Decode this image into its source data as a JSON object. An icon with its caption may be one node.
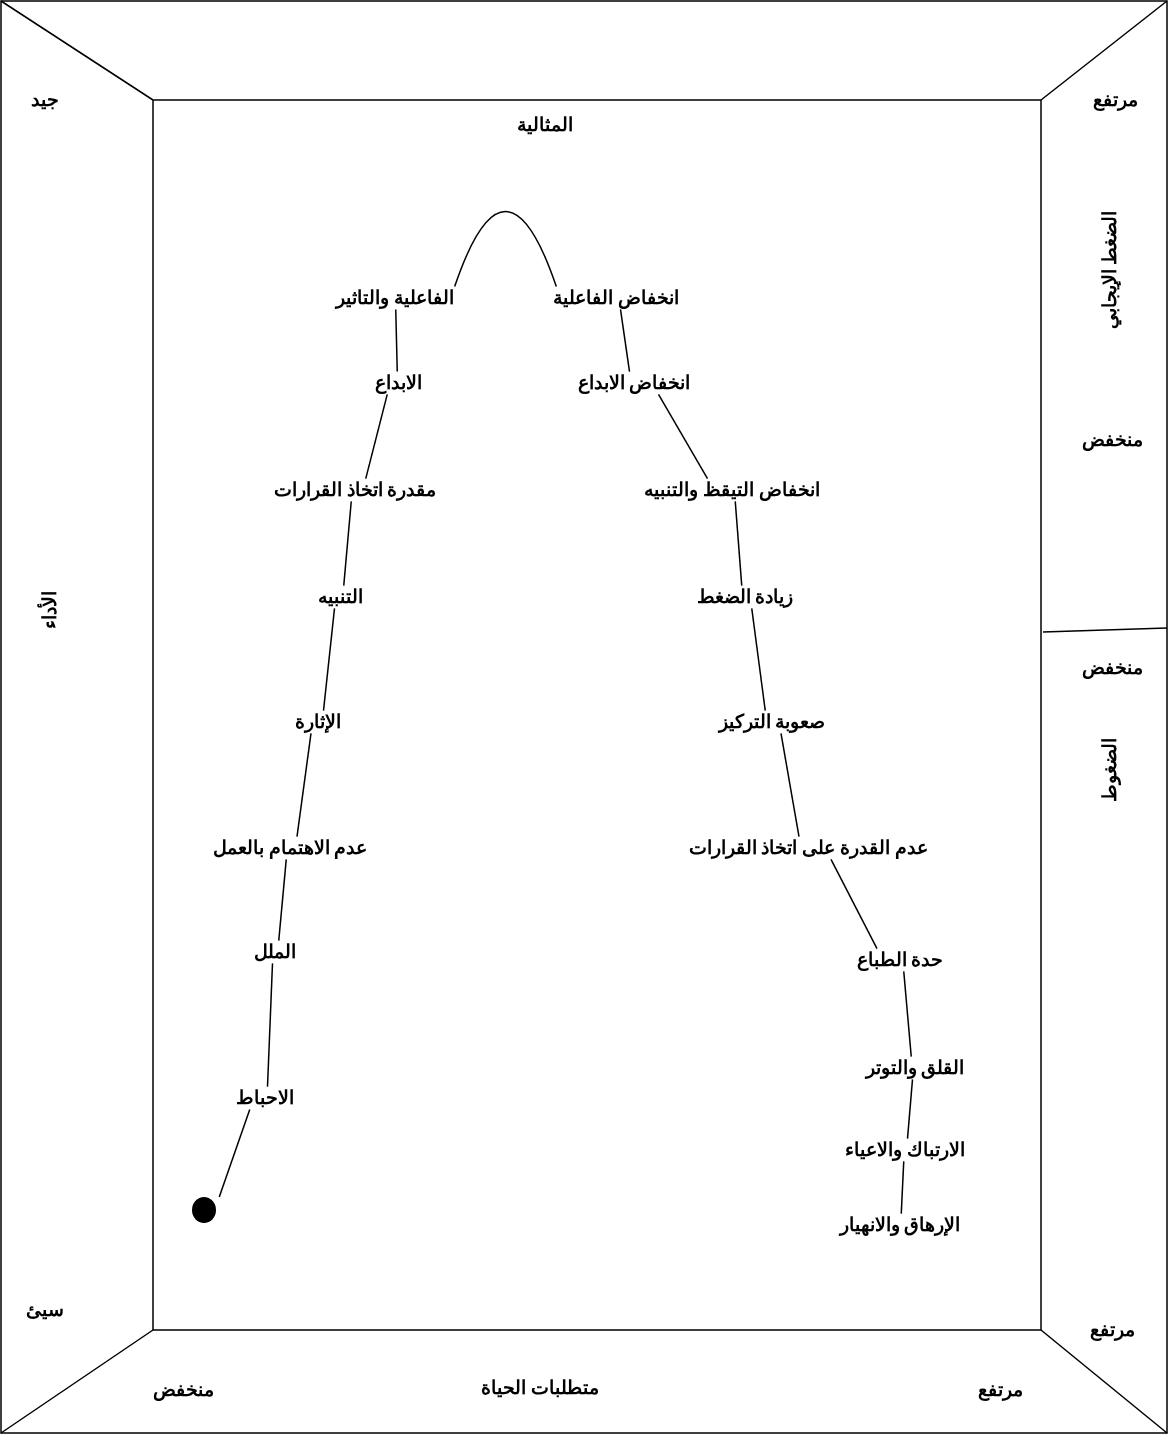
{
  "diagram": {
    "nodes": [
      {
        "text": [
          "المثالية"
        ]
      },
      {
        "text": [
          "الفاعلية والتاثير"
        ]
      },
      {
        "text": [
          "الابداع"
        ]
      },
      {
        "text": [
          "مقدرة اتخاذ القرارات"
        ]
      },
      {
        "text": [
          "التنبيه"
        ]
      },
      {
        "text": [
          "الإثارة"
        ]
      },
      {
        "text": [
          "عدم الاهتمام بالعمل"
        ]
      },
      {
        "text": [
          "الملل"
        ]
      },
      {
        "text": [
          "الاحباط"
        ]
      },
      {
        "text": [],
        "shape": "circle"
      },
      {
        "text": [
          "انخفاض الفاعلية"
        ]
      },
      {
        "text": [
          "انخفاض الابداع"
        ]
      },
      {
        "text": [
          "انخفاض التيقظ والتنبيه"
        ]
      },
      {
        "text": [
          "زيادة الضغط"
        ]
      },
      {
        "text": [
          "صعوبة التركيز"
        ]
      },
      {
        "text": [
          "عدم القدرة على اتخاذ القرارات"
        ]
      },
      {
        "text": [
          "حدة الطباع"
        ]
      },
      {
        "text": [
          "القلق والتوتر"
        ]
      },
      {
        "text": [
          "الارتباك والاعياء"
        ]
      },
      {
        "text": [
          "الإرهاق والانهيار"
        ]
      }
    ],
    "edges": [
      {
        "from": 1,
        "to": 10,
        "arrow": "none"
      },
      {
        "from": 1,
        "to": 2,
        "arrow": "none"
      },
      {
        "from": 2,
        "to": 3,
        "arrow": "none"
      },
      {
        "from": 3,
        "to": 4,
        "arrow": "none"
      },
      {
        "from": 4,
        "to": 5,
        "arrow": "none"
      },
      {
        "from": 5,
        "to": 6,
        "arrow": "none"
      },
      {
        "from": 6,
        "to": 7,
        "arrow": "none"
      },
      {
        "from": 7,
        "to": 8,
        "arrow": "none"
      },
      {
        "from": 8,
        "to": 9,
        "arrow": "none"
      },
      {
        "from": 10,
        "to": 11,
        "arrow": "none"
      },
      {
        "from": 11,
        "to": 12,
        "arrow": "none"
      },
      {
        "from": 12,
        "to": 13,
        "arrow": "none"
      },
      {
        "from": 13,
        "to": 14,
        "arrow": "none"
      },
      {
        "from": 14,
        "to": 15,
        "arrow": "none"
      },
      {
        "from": 15,
        "to": 16,
        "arrow": "none"
      },
      {
        "from": 16,
        "to": 17,
        "arrow": "none"
      },
      {
        "from": 17,
        "to": 18,
        "arrow": "none"
      },
      {
        "from": 18,
        "to": 19,
        "arrow": "none"
      }
    ],
    "labels": [
      "جيد",
      "مرتفع",
      "الضغط الإيجابي",
      "منخفض",
      "الأداء",
      "منخفض",
      "الضغوط",
      "سيئ",
      "مرتفع",
      "منخفض",
      "متطلبات الحياة",
      "مرتفع"
    ]
  }
}
